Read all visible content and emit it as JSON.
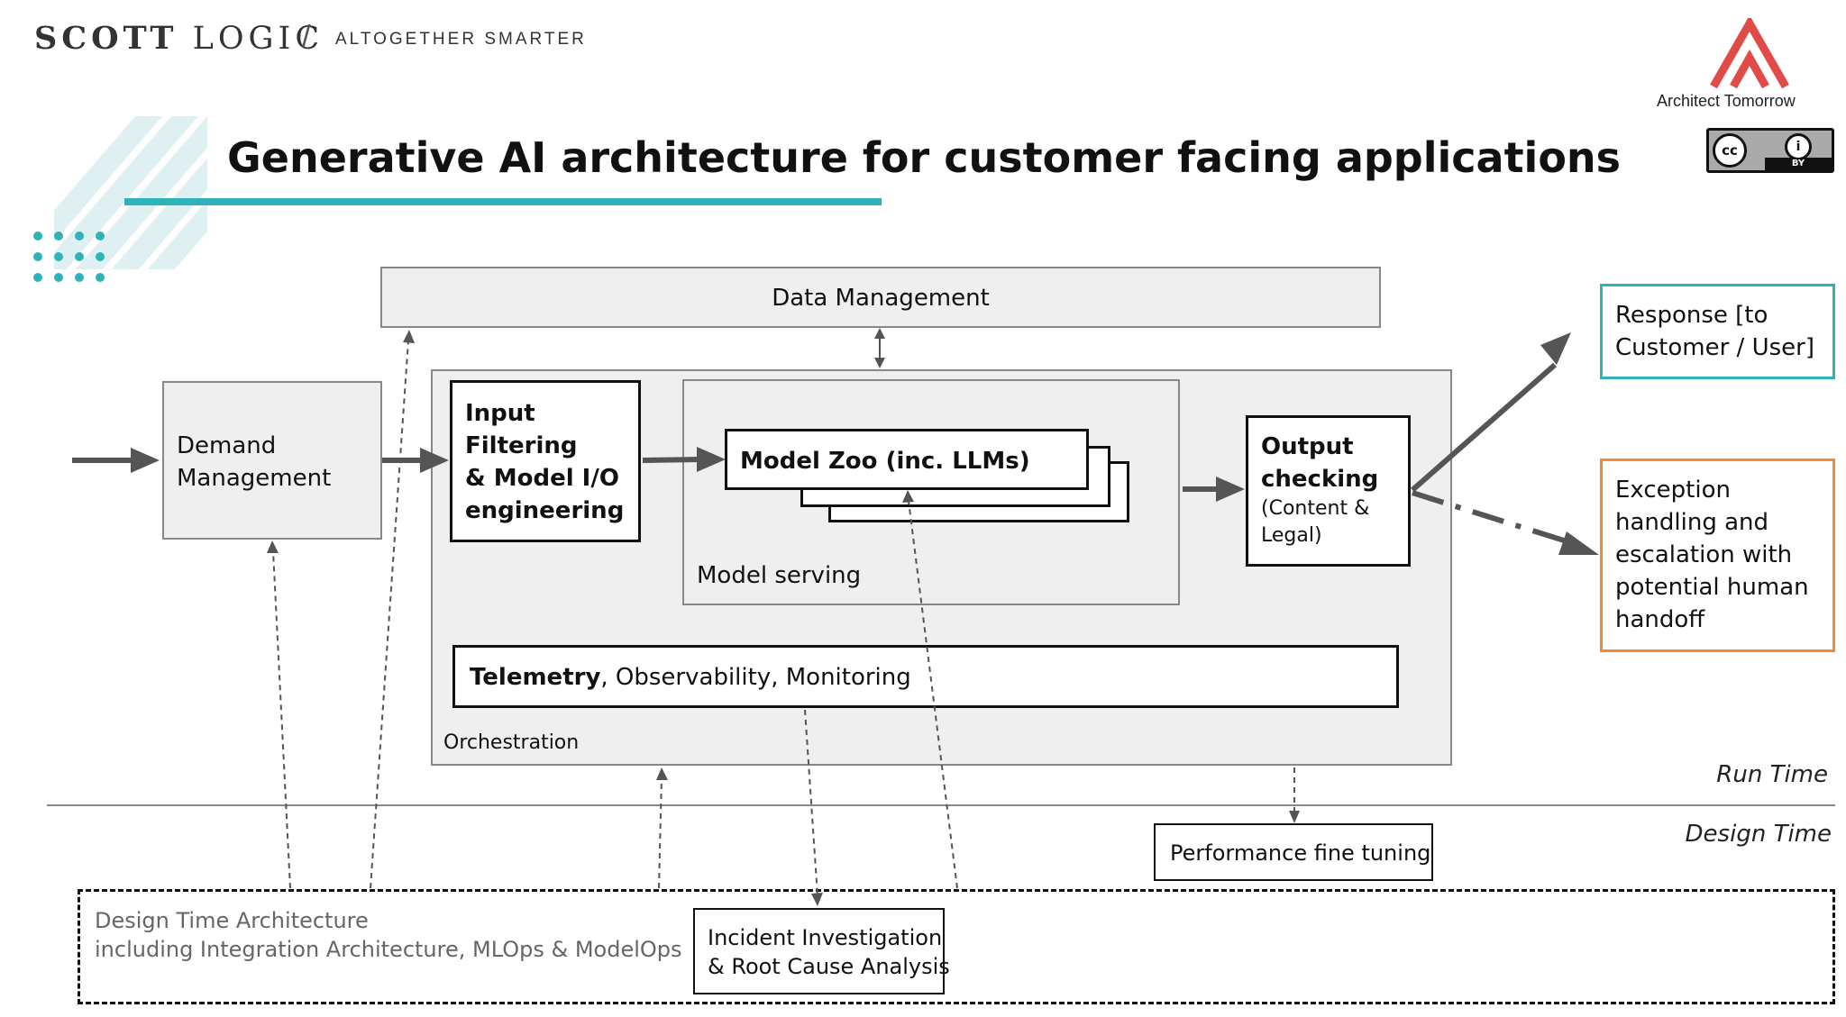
{
  "header": {
    "brand_left": "SCOTT",
    "brand_right": "LOGIC",
    "separator": "/",
    "tagline": "ALTOGETHER SMARTER",
    "title": "Generative AI architecture for customer facing applications",
    "partner_label": "Architect Tomorrow",
    "license": {
      "cc": "cc",
      "by_icon": "i",
      "by": "BY"
    }
  },
  "colors": {
    "teal": "#2fb3b8",
    "orange": "#ef8a3b",
    "logo_red": "#e04a47",
    "panel_grey": "#efefef",
    "arrow_grey": "#555555"
  },
  "diagram": {
    "data_management": "Data Management",
    "demand_management": "Demand Management",
    "input_filtering": [
      "Input",
      "Filtering",
      "& Model I/O",
      "engineering"
    ],
    "model_zoo": "Model Zoo (inc. LLMs)",
    "model_serving": "Model serving",
    "output_checking": {
      "title": [
        "Output",
        "checking"
      ],
      "detail": [
        "(Content &",
        "Legal)"
      ]
    },
    "telemetry": {
      "bold": "Telemetry",
      "rest": ", Observability, Monitoring"
    },
    "orchestration": "Orchestration",
    "response": [
      "Response [to",
      "Customer / User]"
    ],
    "exception": [
      "Exception",
      "handling and",
      "escalation with",
      "potential human",
      "handoff"
    ],
    "run_time": "Run Time",
    "design_time": "Design Time",
    "performance_tuning": "Performance fine tuning",
    "design_time_architecture": [
      "Design Time Architecture",
      "including Integration Architecture, MLOps & ModelOps"
    ],
    "incident_investigation": [
      "Incident Investigation",
      "& Root Cause Analysis"
    ]
  }
}
